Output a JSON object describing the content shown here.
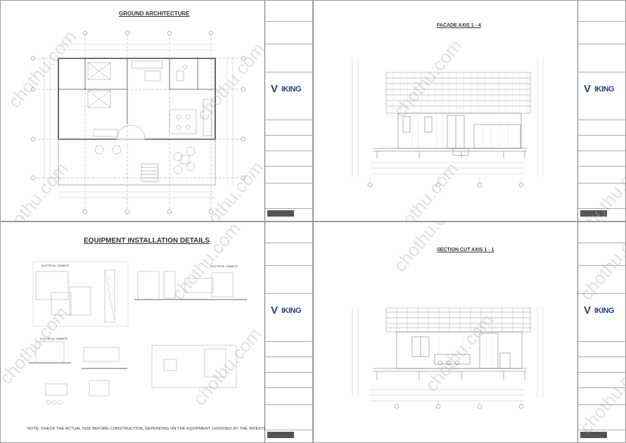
{
  "sheets": {
    "ground": {
      "title": "GROUND ARCHITECTURE"
    },
    "facade": {
      "title": "FACADE AXIS 1 - 4"
    },
    "equipment": {
      "title": "EQUIPMENT INSTALLATION DETAILS",
      "labels": [
        "ELECTRICAL CABINETS",
        "ELECTRICAL CABINETS",
        "ELECTRICAL CABINETS"
      ],
      "note": "NOTE: CHECK THE ACTUAL SIZE BEFORE CONSTRUCTION, DEPENDING ON THE EQUIPMENT CHOOSED BY THE INVESTOR"
    },
    "section": {
      "title": "SECTION CUT AXIS 1 - 1"
    }
  },
  "title_block": {
    "logo_text": "IKING",
    "logo_letter": "V"
  },
  "watermark": "chothu.com",
  "colors": {
    "logo": "#2d3d7c",
    "line": "#555555",
    "watermark": "#aaaaaa"
  },
  "icons": {
    "logo": "viking-logo-icon"
  }
}
